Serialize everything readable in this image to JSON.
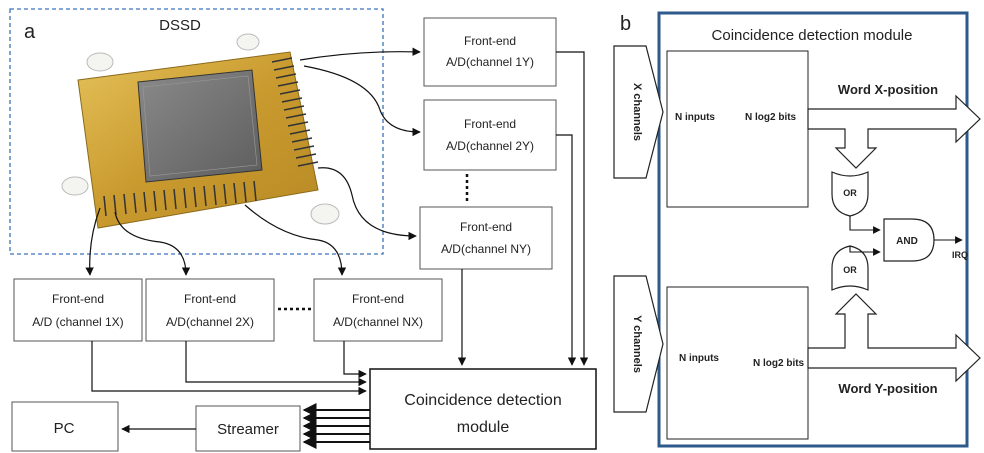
{
  "panel_a": {
    "label": "a",
    "dssd_label": "DSSD",
    "frontends_y": [
      {
        "line1": "Front-end",
        "line2": "A/D(channel 1Y)"
      },
      {
        "line1": "Front-end",
        "line2": "A/D(channel 2Y)"
      },
      {
        "line1": "Front-end",
        "line2": "A/D(channel NY)"
      }
    ],
    "frontends_x": [
      {
        "line1": "Front-end",
        "line2": "A/D (channel 1X)"
      },
      {
        "line1": "Front-end",
        "line2": "A/D(channel 2X)"
      },
      {
        "line1": "Front-end",
        "line2": "A/D(channel NX)"
      }
    ],
    "coincidence": {
      "line1": "Coincidence detection",
      "line2": "module"
    },
    "streamer": "Streamer",
    "pc": "PC"
  },
  "panel_b": {
    "label": "b",
    "title": "Coincidence detection module",
    "x_channels": "X channels",
    "y_channels": "Y channels",
    "x_inputs": "N inputs",
    "x_bits": "N log2 bits",
    "y_inputs": "N inputs",
    "y_bits": "N log2 bits",
    "word_x": "Word X-position",
    "word_y": "Word Y-position",
    "or_top": "OR",
    "or_bottom": "OR",
    "and_gate": "AND",
    "irq": "IRQ"
  },
  "colors": {
    "dashed_frame": "#3b73b9",
    "module_frame": "#2d5a8a",
    "board_gold": "#c9a23c"
  }
}
